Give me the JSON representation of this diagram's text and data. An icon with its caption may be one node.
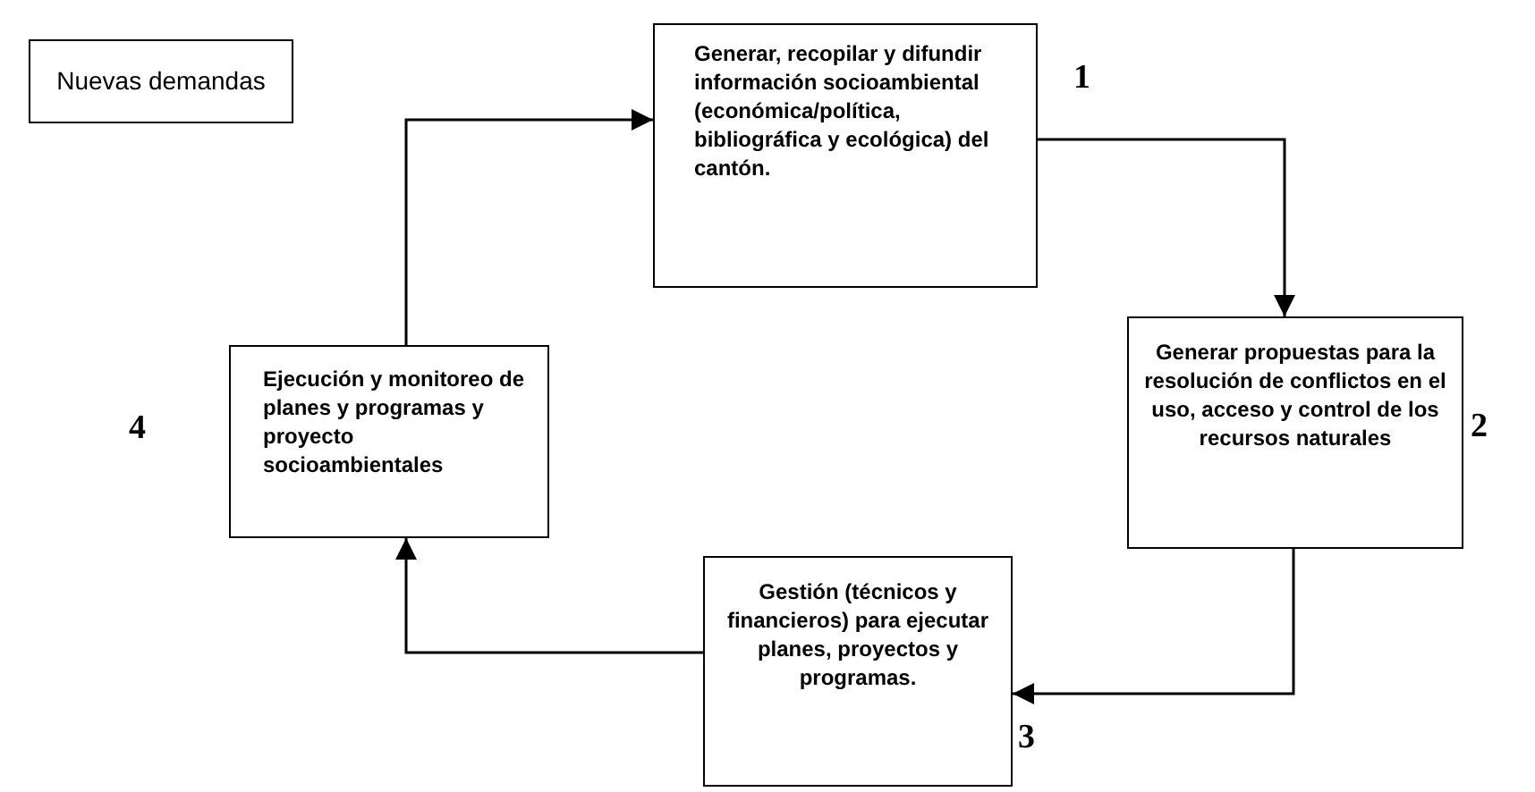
{
  "diagram": {
    "nodes": [
      {
        "text": [
          "Nuevas demandas"
        ]
      },
      {
        "text": [
          "Generar, recopilar y difundir información socioambiental (económica/política, bibliográfica y ecológica) del cantón."
        ],
        "beside": [
          "1"
        ]
      },
      {
        "text": [
          "Generar propuestas para la resolución de conflictos en el uso, acceso y control de los recursos naturales"
        ],
        "beside": [
          "2"
        ]
      },
      {
        "text": [
          "Gestión (técnicos y financieros) para ejecutar planes, proyectos y programas."
        ],
        "beside": [
          "3"
        ]
      },
      {
        "text": [
          "Ejecución y monitoreo de planes y programas y proyecto socioambientales"
        ],
        "beside": [
          "4"
        ]
      }
    ],
    "edges": [
      {
        "from": 4,
        "to": 1,
        "arrow": "to"
      },
      {
        "from": 1,
        "to": 2,
        "arrow": "to"
      },
      {
        "from": 2,
        "to": 3,
        "arrow": "to"
      },
      {
        "from": 3,
        "to": 4,
        "arrow": "to"
      }
    ]
  }
}
